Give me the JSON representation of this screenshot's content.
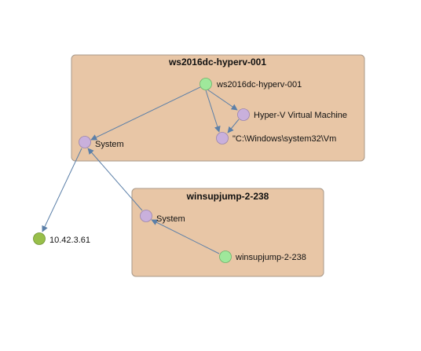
{
  "colors": {
    "group_fill": "#e8c6a6",
    "group_border": "#a89888",
    "edge": "#5b7fa8",
    "host_node": "#9fe89b",
    "process_node": "#c9b0dc",
    "external_node": "#98bf4a"
  },
  "groups": [
    {
      "id": "g1",
      "title": "ws2016dc-hyperv-001"
    },
    {
      "id": "g2",
      "title": "winsupjump-2-238"
    }
  ],
  "nodes": [
    {
      "id": "n1",
      "label": "ws2016dc-hyperv-001",
      "kind": "host"
    },
    {
      "id": "n2",
      "label": "Hyper-V Virtual Machine",
      "kind": "process"
    },
    {
      "id": "n3",
      "label": "\"C:\\Windows\\system32\\Vm",
      "kind": "process"
    },
    {
      "id": "n4",
      "label": "System",
      "kind": "process"
    },
    {
      "id": "n5",
      "label": "System",
      "kind": "process"
    },
    {
      "id": "n6",
      "label": "winsupjump-2-238",
      "kind": "host"
    },
    {
      "id": "n7",
      "label": "10.42.3.61",
      "kind": "external"
    }
  ],
  "edges": [
    {
      "from": "n1",
      "to": "n2"
    },
    {
      "from": "n1",
      "to": "n3"
    },
    {
      "from": "n2",
      "to": "n3"
    },
    {
      "from": "n1",
      "to": "n4"
    },
    {
      "from": "n4",
      "to": "n7"
    },
    {
      "from": "n5",
      "to": "n4"
    },
    {
      "from": "n6",
      "to": "n5"
    }
  ]
}
